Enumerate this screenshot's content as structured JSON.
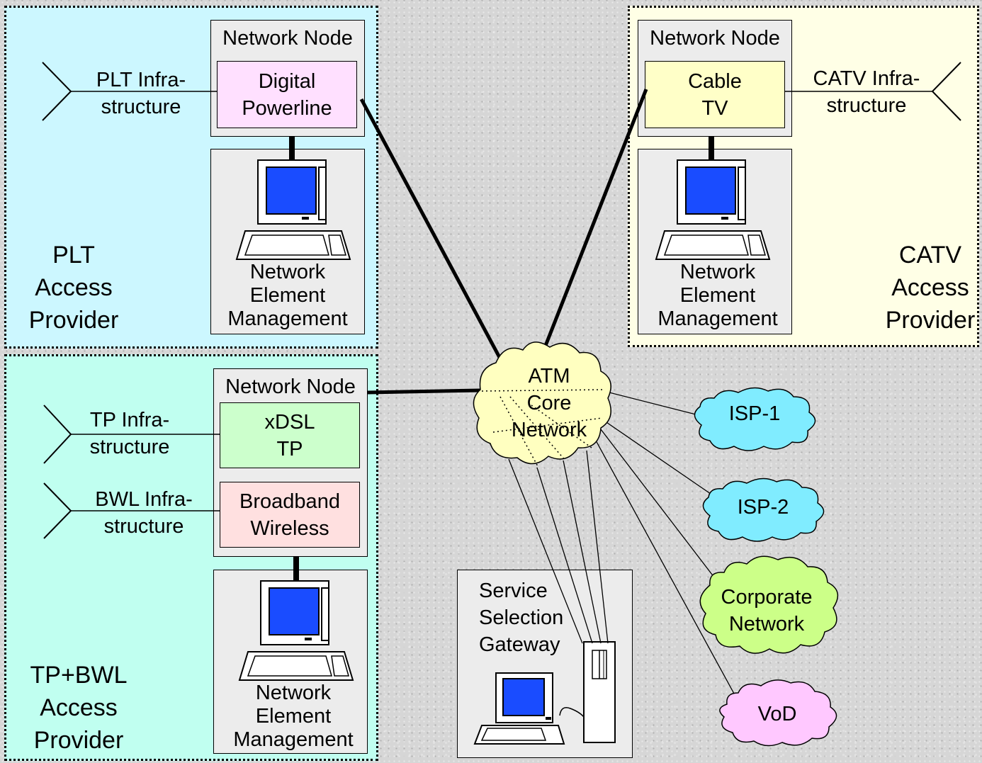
{
  "colors": {
    "plt_region": "#ccf7ff",
    "catv_region": "#ffffe6",
    "tpbwl_region": "#c0fff0",
    "powerline": "#ffe0ff",
    "cabletv": "#ffffc8",
    "xdsl": "#ccffcc",
    "wireless": "#ffe0e0",
    "monitor_screen": "#1a4cff",
    "atm_cloud": "#ffffc0",
    "isp_cloud": "#80ecff",
    "corporate_cloud": "#ccff88",
    "vod_cloud": "#ffc8ff"
  },
  "plt": {
    "region_label": [
      "PLT",
      "Access",
      "Provider"
    ],
    "node_title": "Network Node",
    "module": [
      "Digital",
      "Powerline"
    ],
    "infra": [
      "PLT Infra-",
      "structure"
    ],
    "nem": [
      "Network",
      "Element",
      "Management"
    ]
  },
  "catv": {
    "region_label": [
      "CATV",
      "Access",
      "Provider"
    ],
    "node_title": "Network Node",
    "module": [
      "Cable",
      "TV"
    ],
    "infra": [
      "CATV Infra-",
      "structure"
    ],
    "nem": [
      "Network",
      "Element",
      "Management"
    ]
  },
  "tpbwl": {
    "region_label": [
      "TP+BWL",
      "Access",
      "Provider"
    ],
    "node_title": "Network Node",
    "xdsl": [
      "xDSL",
      "TP"
    ],
    "wireless": [
      "Broadband",
      "Wireless"
    ],
    "tp_infra": [
      "TP Infra-",
      "structure"
    ],
    "bwl_infra": [
      "BWL Infra-",
      "structure"
    ],
    "nem": [
      "Network",
      "Element",
      "Management"
    ]
  },
  "core": {
    "label": [
      "ATM",
      "Core",
      "Network"
    ]
  },
  "clouds": {
    "isp1": "ISP-1",
    "isp2": "ISP-2",
    "corporate": [
      "Corporate",
      "Network"
    ],
    "vod": "VoD"
  },
  "ssg": {
    "label": [
      "Service",
      "Selection",
      "Gateway"
    ]
  }
}
